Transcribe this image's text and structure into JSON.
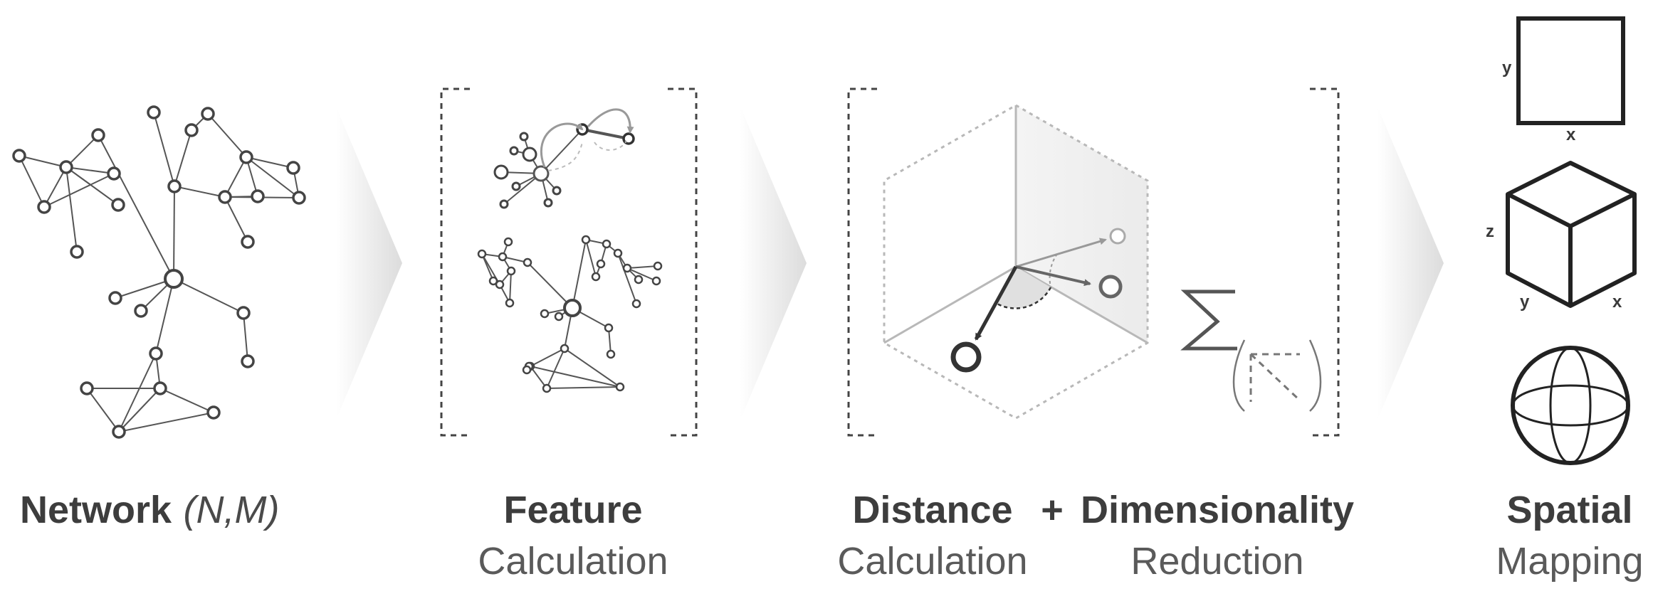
{
  "stages": {
    "network": {
      "title": "Network",
      "params": "(N,M)"
    },
    "feature": {
      "title": "Feature",
      "subtitle": "Calculation"
    },
    "distance": {
      "title": "Distance",
      "subtitle": "Calculation"
    },
    "plus": "+",
    "dimensionality": {
      "title": "Dimensionality",
      "subtitle": "Reduction"
    },
    "spatial": {
      "title": "Spatial",
      "subtitle": "Mapping"
    }
  },
  "axes": {
    "square": {
      "y": "y",
      "x": "x"
    },
    "cube": {
      "z": "z",
      "y": "y",
      "x": "x"
    }
  },
  "icons": [
    "network-graph-icon",
    "arrow-chevron-icon",
    "feature-bracket-icon",
    "vector-space-icon",
    "sum-matrix-icon",
    "square-icon",
    "cube-icon",
    "sphere-icon"
  ],
  "colors": {
    "node_stroke": "#444444",
    "edge": "#555555",
    "arrow_fill": "#e6e6e6",
    "faint": "#bdbdbd"
  }
}
